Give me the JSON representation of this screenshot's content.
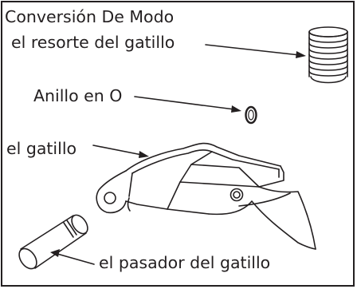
{
  "diagram": {
    "title": "Conversión De Modo",
    "labels": {
      "spring": "el resorte del  gatillo",
      "o_ring": "Anillo en O",
      "trigger": "el gatillo",
      "trigger_pin": "el pasador del gatillo"
    },
    "parts": [
      "spring",
      "o-ring",
      "trigger",
      "trigger-pin"
    ],
    "colors": {
      "line": "#231f20",
      "background": "#ffffff"
    }
  }
}
